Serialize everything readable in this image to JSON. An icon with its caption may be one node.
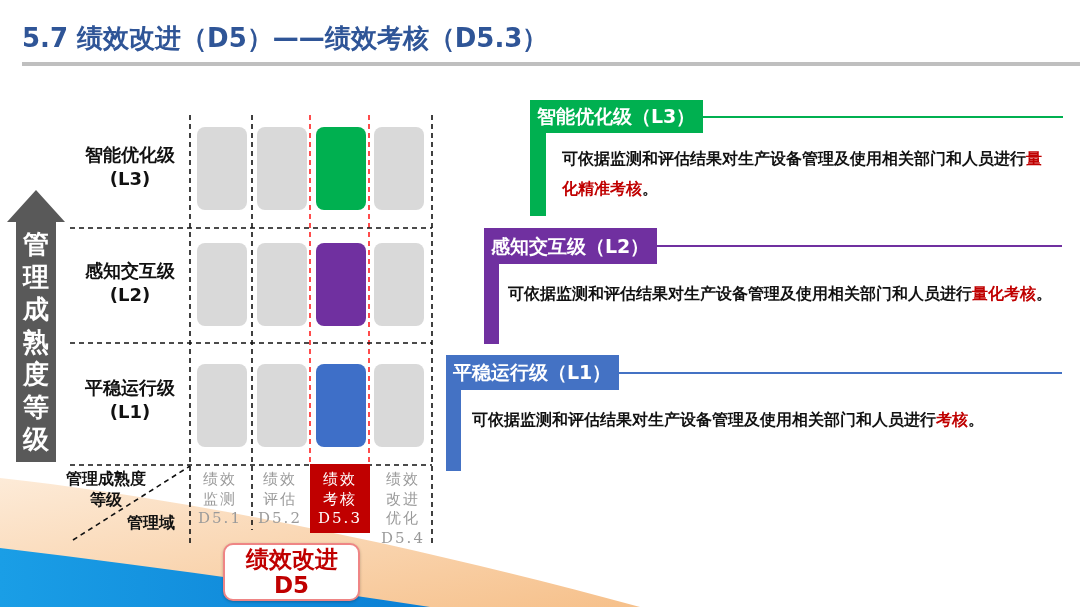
{
  "diagram": {
    "title": "5.7 绩效改进（D5）——绩效考核（D5.3）",
    "nodes": [
      {
        "text": [
          "管理成熟度等级"
        ]
      },
      {
        "text": [],
        "shape": "box"
      },
      {
        "text": [],
        "shape": "box"
      },
      {
        "text": [],
        "shape": "box"
      },
      {
        "text": [],
        "shape": "box"
      },
      {
        "text": [],
        "shape": "box"
      },
      {
        "text": [],
        "shape": "box"
      },
      {
        "text": [],
        "shape": "box"
      },
      {
        "text": [],
        "shape": "box"
      },
      {
        "text": [],
        "shape": "box"
      },
      {
        "text": [],
        "shape": "box"
      },
      {
        "text": [],
        "shape": "box"
      },
      {
        "text": [],
        "shape": "box"
      },
      {
        "text": [
          "绩效考核D5.3"
        ]
      },
      {
        "text": [
          "绩效改进D5"
        ]
      },
      {
        "text": [
          "智能优化级（L3）",
          "可依据监测和评估结果对生产设备管理及使用相关部门和人员进行**量化精准考核**。"
        ]
      },
      {
        "text": [
          "感知交互级（L2）",
          "可依据监测和评估结果对生产设备管理及使用相关部门和人员进行**量化考核**。"
        ]
      },
      {
        "text": [
          "平稳运行级（L1）",
          "可依据监测和评估结果对生产设备管理及使用相关部门和人员进行**考核**。"
        ]
      }
    ],
    "labels": [
      "智能优化级(L3)",
      "感知交互级(L2)",
      "平稳运行级(L1)",
      "管理成熟度等级",
      "管理域",
      "绩效监测D5.1",
      "绩效评估D5.2",
      "绩效改进优化D5.4"
    ]
  }
}
